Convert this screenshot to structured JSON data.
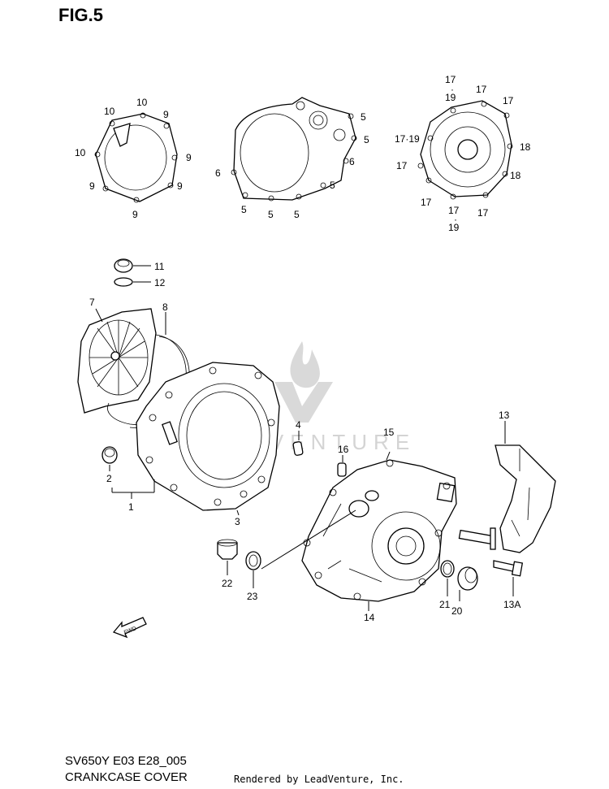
{
  "figure_title": "FIG.5",
  "footer": {
    "model_code": "SV650Y E03 E28_005",
    "section_name": "CRANKCASE COVER",
    "credit": "Rendered by LeadVenture, Inc."
  },
  "watermark": "LEADVENTURE",
  "fwd_label": "FWD",
  "callouts": {
    "c1": "1",
    "c2": "2",
    "c3": "3",
    "c4": "4",
    "c5": "5",
    "c6": "6",
    "c7": "7",
    "c8": "8",
    "c9": "9",
    "c10": "10",
    "c11": "11",
    "c12": "12",
    "c13": "13",
    "c13a": "13A",
    "c14": "14",
    "c15": "15",
    "c16": "16",
    "c17": "17",
    "c17_19": "17·19",
    "c18": "18",
    "c19": "19",
    "c20": "20",
    "c21": "21",
    "c22": "22",
    "c23": "23"
  }
}
